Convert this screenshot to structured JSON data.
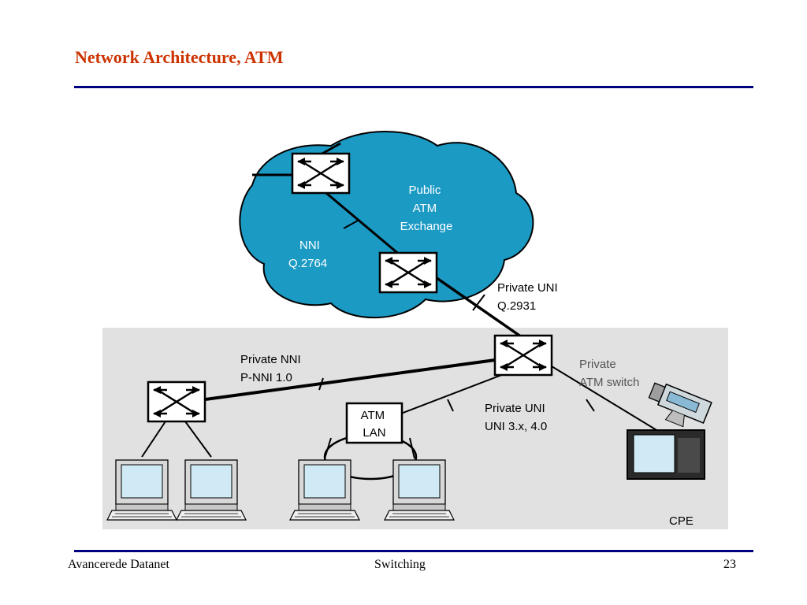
{
  "slide": {
    "title": "Network Architecture, ATM",
    "footer_left": "Avancerede Datanet",
    "footer_center": "Switching",
    "footer_right": "23"
  },
  "diagram": {
    "cloud_label": [
      "Public",
      "ATM",
      "Exchange"
    ],
    "nni_label": [
      "NNI",
      "Q.2764"
    ],
    "private_uni_top": [
      "Private UNI",
      "Q.2931"
    ],
    "private_nni": [
      "Private NNI",
      "P-NNI 1.0"
    ],
    "private_atm_switch": [
      "Private",
      "ATM switch"
    ],
    "private_uni_bottom": [
      "Private UNI",
      "UNI 3.x, 4.0"
    ],
    "atm_lan": [
      "ATM",
      "LAN"
    ],
    "cpe": "CPE"
  },
  "colors": {
    "title": "#cc3300",
    "rule": "#000080",
    "cloud": "#1b9ac4",
    "premises": "#e1e1e1",
    "monitor": "#cfeaf4"
  },
  "icons": [
    "atm-switch-icon",
    "workstation-icon",
    "video-camera-icon",
    "tv-monitor-icon"
  ]
}
